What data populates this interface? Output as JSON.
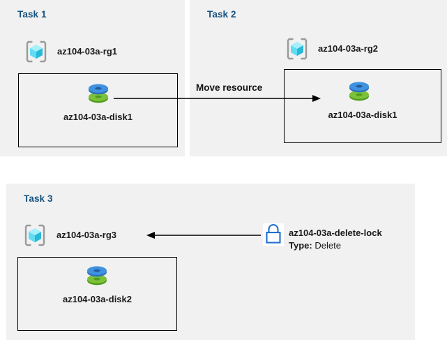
{
  "diagram": {
    "title_color": "#15537f",
    "panel_bg": "#f1f1f1",
    "accent_blue": "#3a8ddd",
    "accent_green": "#6bb52e",
    "lock_blue": "#1f6fd0"
  },
  "panels": [
    {
      "id": "task-1",
      "title": "Task 1",
      "resource_group": {
        "icon": "azure-resource-group-icon",
        "label": "az104-03a-rg1"
      },
      "resource": {
        "icon": "azure-disk-icon",
        "label": "az104-03a-disk1"
      }
    },
    {
      "id": "task-2",
      "title": "Task 2",
      "resource_group": {
        "icon": "azure-resource-group-icon",
        "label": "az104-03a-rg2"
      },
      "resource": {
        "icon": "azure-disk-icon",
        "label": "az104-03a-disk1"
      }
    },
    {
      "id": "task-3",
      "title": "Task 3",
      "resource_group": {
        "icon": "azure-resource-group-icon",
        "label": "az104-03a-rg3"
      },
      "resource": {
        "icon": "azure-disk-icon",
        "label": "az104-03a-disk2"
      },
      "lock": {
        "icon": "lock-icon",
        "name": "az104-03a-delete-lock",
        "type_label": "Type:",
        "type_value": "Delete"
      }
    }
  ],
  "connectors": [
    {
      "id": "move-resource-arrow",
      "label": "Move resource",
      "direction": "right"
    },
    {
      "id": "delete-lock-arrow",
      "label": "",
      "direction": "left"
    }
  ]
}
